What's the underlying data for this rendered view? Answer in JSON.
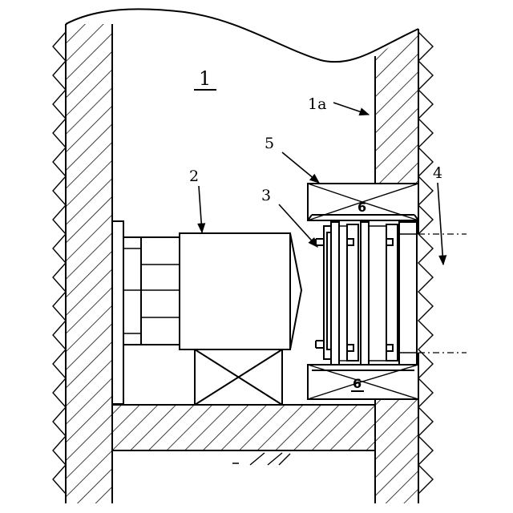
{
  "labels": {
    "tunnel": "1",
    "tunnel_wall": "1a",
    "machine": "2",
    "shield": "3",
    "ground": "4",
    "frame": "5",
    "seal_top": "6",
    "seal_bottom": "6"
  }
}
